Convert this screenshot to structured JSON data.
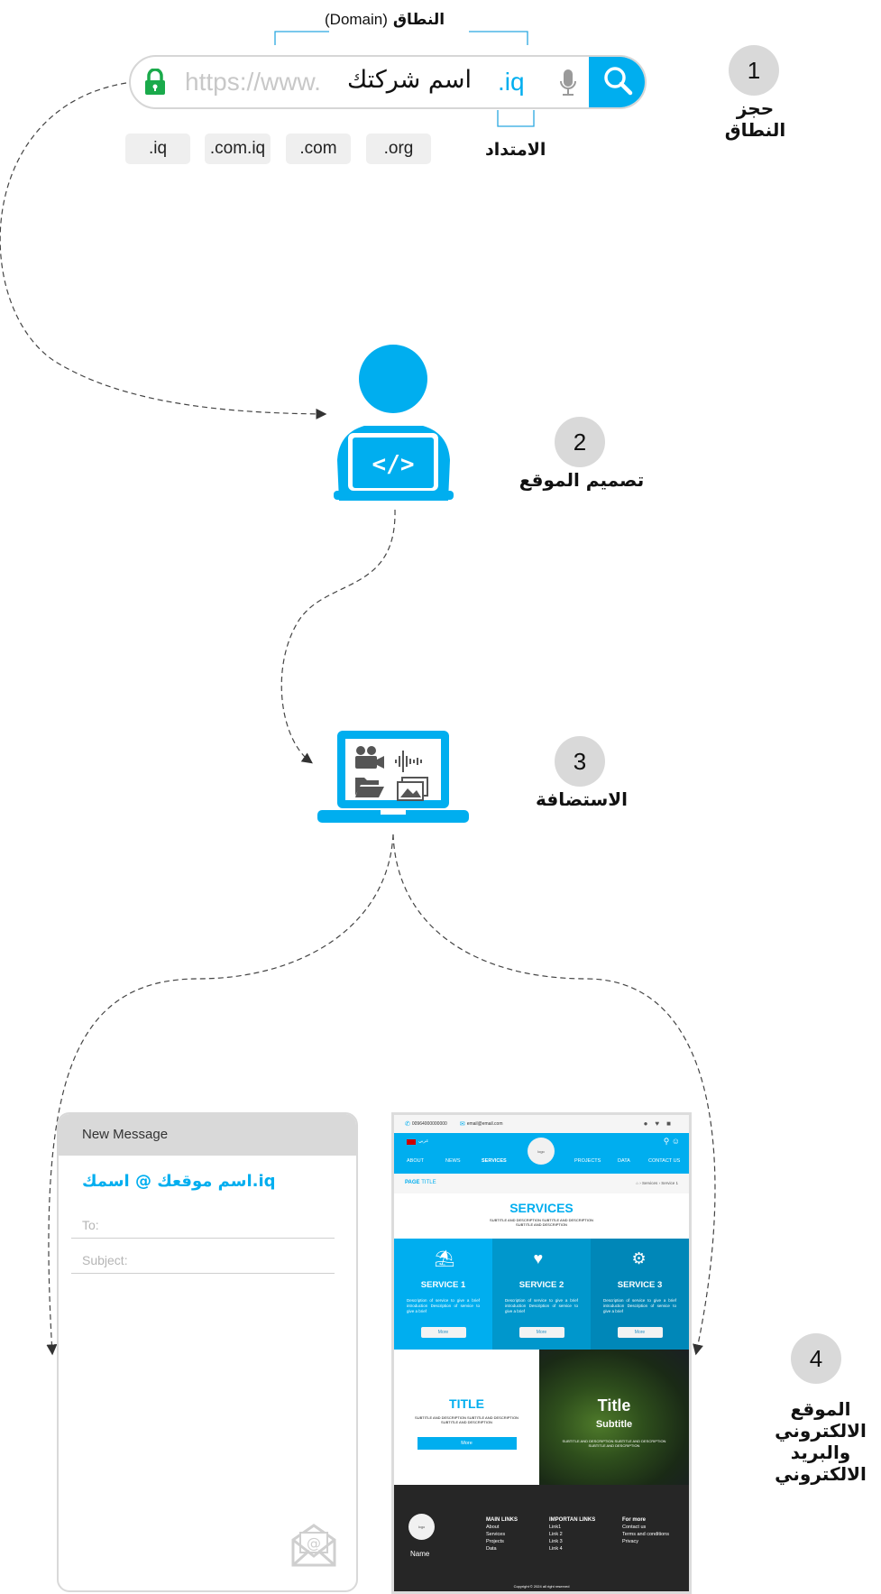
{
  "step1": {
    "number": "1",
    "label": "حجز النطاق",
    "domain_caption_ar": "النطاق",
    "domain_caption_en": "(Domain)",
    "url_protocol": "https://www.",
    "url_name": "اسم شركتك",
    "url_extension": ".iq",
    "extension_caption": "الامتداد",
    "extension_options": [
      ".iq",
      ".com.iq",
      ".com",
      ".org"
    ],
    "icons": {
      "lock": "lock-icon",
      "mic": "microphone-icon",
      "search": "search-icon"
    }
  },
  "step2": {
    "number": "2",
    "label": "تصميم الموقع",
    "icon": "developer-laptop-icon",
    "code_glyph": "</>"
  },
  "step3": {
    "number": "3",
    "label": "الاستضافة",
    "icon": "hosting-laptop-icon"
  },
  "step4": {
    "number": "4",
    "label_lines": [
      "الموقع",
      "الالكتروني",
      "والبريد",
      "الالكتروني"
    ]
  },
  "mail": {
    "header": "New Message",
    "address": "iq.اسم موقعك @ اسمك",
    "to_label": "To:",
    "subject_label": "Subject:",
    "icon": "envelope-at-icon"
  },
  "website": {
    "phone": "00964000000000",
    "email": "email@email.com",
    "language": "عربي",
    "nav": [
      "ABOUT",
      "NEWS",
      "SERVICES",
      "PROJECTS",
      "DATA",
      "CONTACT US"
    ],
    "logo": "logo",
    "page_title_a": "PAGE",
    "page_title_b": "TITLE",
    "breadcrumb": [
      "Services",
      "Service 1"
    ],
    "services_title": "SERVICES",
    "services_sub": "SUBTITLE AND DESCRIPTION SUBTITLE AND DESCRIPTION SUBTITLE AND DESCRIPTION",
    "cards": [
      {
        "title": "SERVICE 1",
        "desc": "Description of service to give a brief introduction Description of service to give a brief",
        "more": "More",
        "color": "#00aeef"
      },
      {
        "title": "SERVICE 2",
        "desc": "Description of service to give a brief introduction Description of service to give a brief",
        "more": "More",
        "color": "#0097cc"
      },
      {
        "title": "SERVICE 3",
        "desc": "Description of service to give a brief introduction Description of service to give a brief",
        "more": "More",
        "color": "#0087b8"
      }
    ],
    "feature_title": "TITLE",
    "feature_desc": "SUBTITLE AND DESCRIPTION SUBTITLE AND DESCRIPTION SUBTITLE AND DESCRIPTION",
    "feature_more": "More",
    "hero_title": "Title",
    "hero_subtitle": "Subtitle",
    "hero_desc": "SUBTITLE AND DESCRIPTION SUBTITLE AND DESCRIPTION SUBTITLE AND DESCRIPTION",
    "footer": {
      "name": "Name",
      "main_links_title": "MAIN LINKS",
      "main_links": [
        "About",
        "Services",
        "Projects",
        "Data"
      ],
      "important_title": "IMPORTAN LINKS",
      "important_links": [
        "Link1",
        "Link 2",
        "Link 3",
        "Link 4"
      ],
      "more_title": "For more",
      "more_links": [
        "Contact us",
        "Terms and conditions",
        "Privacy"
      ],
      "copyright": "Copyright © 2024 all right reserved"
    }
  },
  "colors": {
    "brand_blue": "#00aeef",
    "lock_green": "#1aaa4b",
    "circle_gray": "#d9d9d9"
  }
}
